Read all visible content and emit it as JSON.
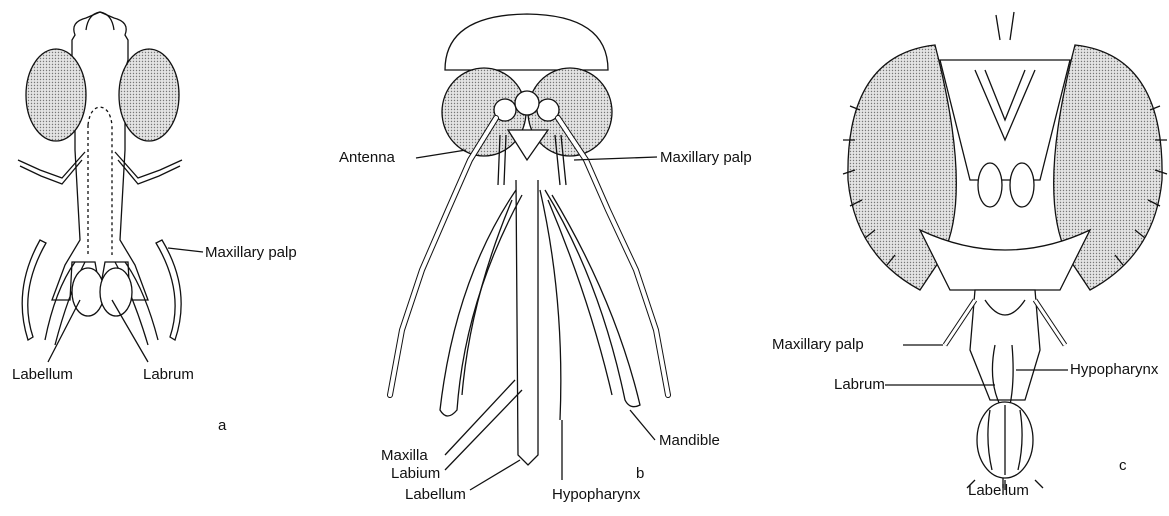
{
  "figure": {
    "panel_a": {
      "letter": "a",
      "labels": {
        "maxillary_palp": "Maxillary palp",
        "labellum": "Labellum",
        "labrum": "Labrum"
      }
    },
    "panel_b": {
      "letter": "b",
      "labels": {
        "antenna": "Antenna",
        "maxillary_palp": "Maxillary palp",
        "maxilla": "Maxilla",
        "labium": "Labium",
        "labellum": "Labellum",
        "hypopharynx": "Hypopharynx",
        "mandible": "Mandible"
      }
    },
    "panel_c": {
      "letter": "c",
      "labels": {
        "maxillary_palp": "Maxillary palp",
        "labrum": "Labrum",
        "hypopharynx": "Hypopharynx",
        "labellum": "Labellum"
      }
    }
  },
  "colors": {
    "ink": "#111111",
    "eye_fill": "#d8d8d8",
    "background": "#ffffff"
  }
}
